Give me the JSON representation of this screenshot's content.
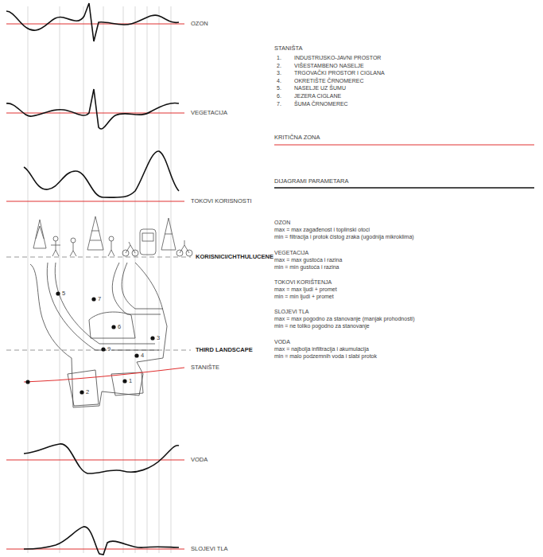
{
  "diagram": {
    "labels": [
      "OZON",
      "VEGETACIJA",
      "TOKOVI KORISNOSTI",
      "KORISNICI/CHTHULUCENE",
      "THIRD LANDSCAPE",
      "STANIŠTE",
      "VODA",
      "SLOJEVI TLA",
      "5",
      "7",
      "6",
      "3",
      "9",
      "4",
      "2",
      "1",
      "STANIŠTA",
      "1.",
      "INDUSTRIJSKO-JAVNI PROSTOR",
      "2.",
      "VIŠESTAMBENO NASELJE",
      "3.",
      "TRGOVAČKI PROSTOR I CIGLANA",
      "4.",
      "OKRETIŠTE ČRNOMEREC",
      "5.",
      "NASELJE UZ ŠUMU",
      "6.",
      "JEZERA CIGLANE",
      "7.",
      "ŠUMA ČRNOMEREC",
      "DIJAGRAMI PARAMETARA",
      "OZON",
      "max = max zagađenost i toplinski otoci",
      "min = filtracija i protok čistog zraka (ugodnija mikroklima)",
      "VEGETACIJA",
      "max = max gustoća i razina",
      "min = min gustoća i razina",
      "TOKOVI KORIŠTENJA",
      "max = max ljudi + promet",
      "min = min ljudi + promet",
      "SLOJEVI TLA",
      "max = max pogodno za stanovanje (manjak prohodnosti)",
      "min = ne toliko pogodno za stanovanje",
      "VODA",
      "max = najbolja infiltracija i akumulacija",
      "min = malo podzemnih voda i slabi protok"
    ],
    "legend": [
      {
        "text": "KRITIČNA ZONA"
      }
    ]
  }
}
